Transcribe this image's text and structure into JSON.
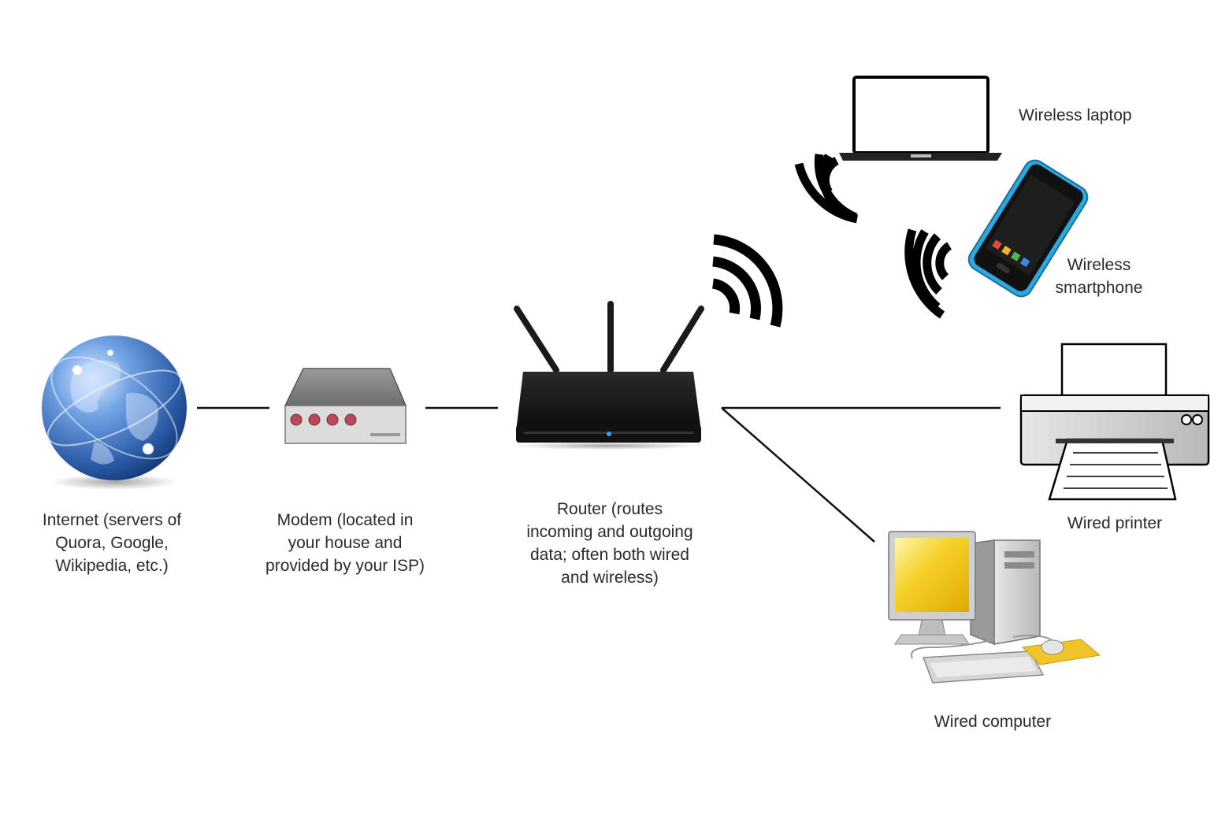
{
  "nodes": {
    "internet": {
      "lines": [
        "Internet (servers of",
        "Quora, Google,",
        "Wikipedia, etc.)"
      ]
    },
    "modem": {
      "lines": [
        "Modem (located in",
        "your house and",
        "provided by your ISP)"
      ]
    },
    "router": {
      "lines": [
        "Router (routes",
        "incoming and outgoing",
        "data; often both wired",
        "and wireless)"
      ]
    },
    "wireless_laptop": {
      "lines": [
        "Wireless laptop"
      ]
    },
    "wireless_smartphone": {
      "lines": [
        "Wireless",
        "smartphone"
      ]
    },
    "wired_printer": {
      "lines": [
        "Wired printer"
      ]
    },
    "wired_computer": {
      "lines": [
        "Wired computer"
      ]
    }
  },
  "colors": {
    "line": "#111111",
    "router_body": "#1a1a1a",
    "modem_body": "#d9d9d9",
    "modem_lights": "#b84a57",
    "globe": "#3b6fb6",
    "phone_case": "#2aa9e0",
    "monitor_screen": "#f2c81a"
  }
}
